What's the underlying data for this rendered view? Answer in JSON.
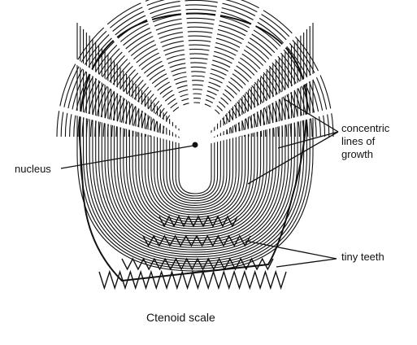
{
  "diagram": {
    "caption": "Ctenoid scale",
    "labels": {
      "nucleus": "nucleus",
      "concentric": [
        "concentric",
        "lines of",
        "growth"
      ],
      "teeth": "tiny teeth"
    }
  }
}
